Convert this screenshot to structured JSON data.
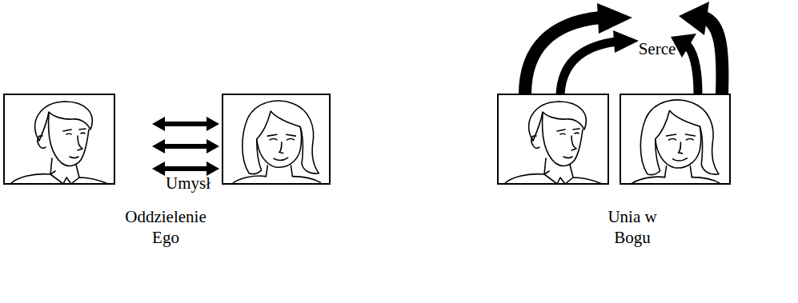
{
  "diagram": {
    "labels": [
      "Umysł",
      "Oddzielenie Ego",
      "Serce",
      "Unia w Bogu"
    ]
  }
}
